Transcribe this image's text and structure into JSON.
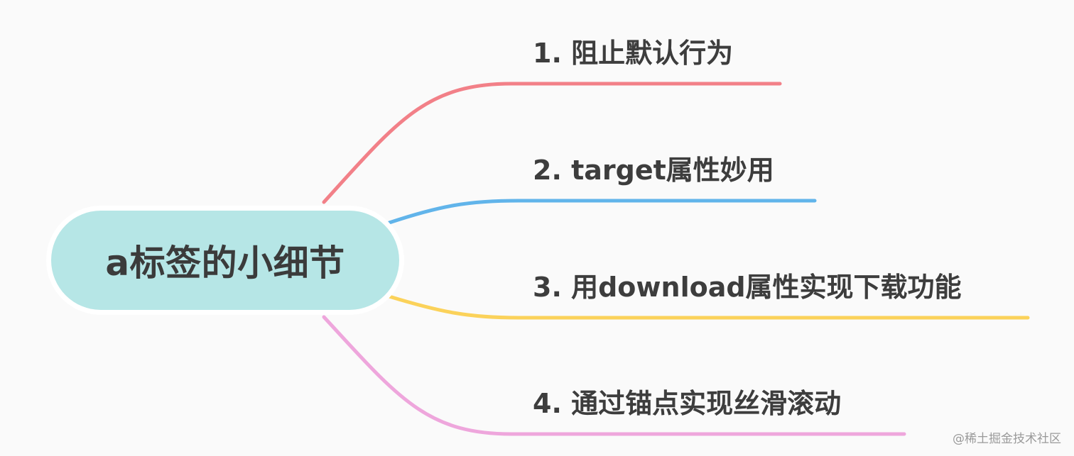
{
  "root": {
    "label": "a标签的小细节",
    "color": "#b6e6e6"
  },
  "branches": [
    {
      "label": "1. 阻止默认行为",
      "color": "#f28088"
    },
    {
      "label": "2. target属性妙用",
      "color": "#61b4ea"
    },
    {
      "label": "3. 用download属性实现下载功能",
      "color": "#fbd25a"
    },
    {
      "label": "4. 通过锚点实现丝滑滚动",
      "color": "#eea6dc"
    }
  ],
  "watermark": "@稀土掘金技术社区"
}
